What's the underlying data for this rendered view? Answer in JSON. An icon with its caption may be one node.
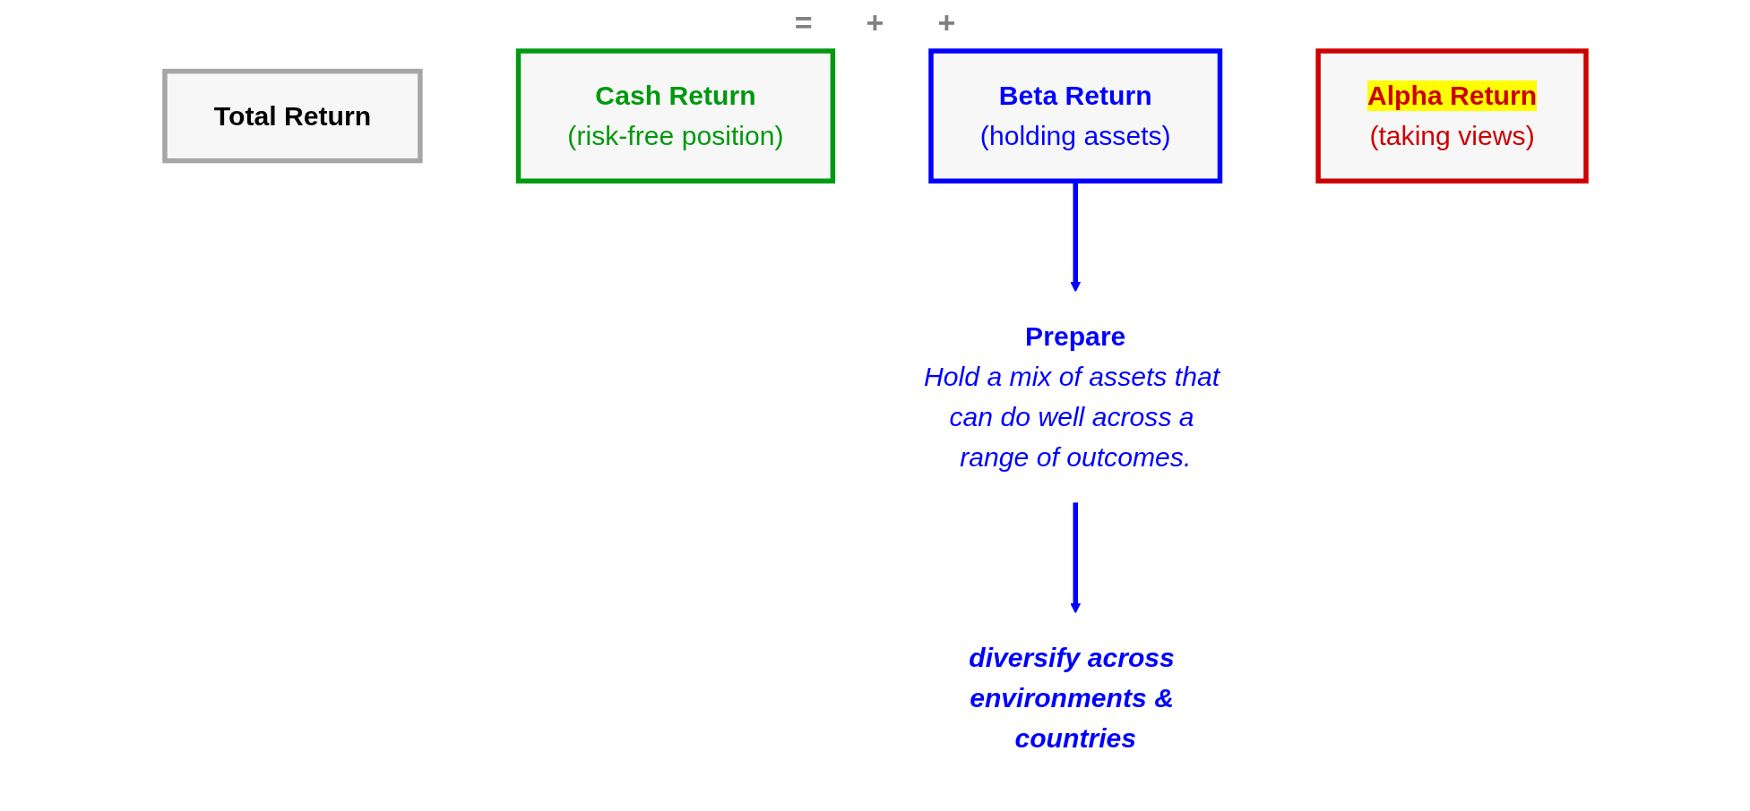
{
  "diagram": {
    "nodes": [
      {
        "text": [
          "Total Return"
        ]
      },
      {
        "text": [
          "Cash Return",
          "(risk-free position)"
        ]
      },
      {
        "text": [
          "Beta Return",
          "(holding assets)"
        ]
      },
      {
        "text": [
          "Alpha Return",
          "(taking views)"
        ]
      },
      {
        "text": [
          "Prepare",
          "Hold a mix of assets that can do well across a range of outcomes."
        ]
      },
      {
        "text": [
          "diversify across environments & countries"
        ]
      }
    ],
    "edges": [
      {
        "from": 2,
        "to": 4,
        "arrow": "to"
      },
      {
        "from": 4,
        "to": 5,
        "arrow": "to"
      }
    ],
    "labels": [
      "=",
      "+",
      "+"
    ]
  }
}
